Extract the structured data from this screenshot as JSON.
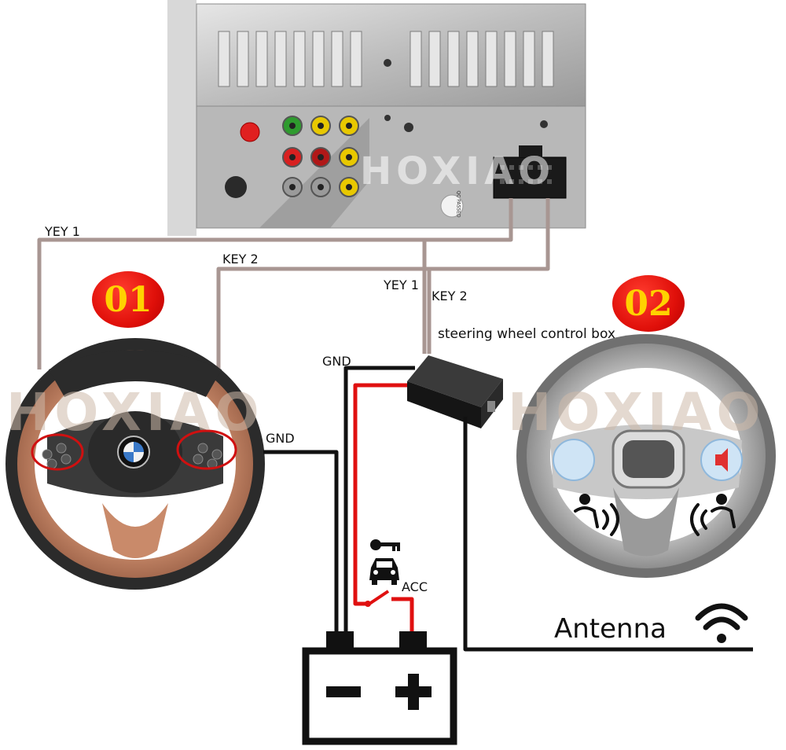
{
  "labels": {
    "yey1_top": "YEY 1",
    "key2_top": "KEY 2",
    "yey1_box": "YEY 1",
    "key2_box": "KEY 2",
    "box_title": "steering wheel control box",
    "gnd_box": "GND",
    "gnd_wheel": "GND",
    "acc": "ACC",
    "antenna": "Antenna"
  },
  "badges": {
    "first": "01",
    "second": "02"
  },
  "watermark": "HOXIAO",
  "unit": {
    "qc_sticker": "QC PASSED"
  },
  "battery": {
    "minus": "−",
    "plus": "+"
  },
  "colors": {
    "wire_black": "#111111",
    "wire_red": "#e01010",
    "wire_gray": "#a89692",
    "badge_red": "#e0100a",
    "badge_text": "#ffd200"
  }
}
